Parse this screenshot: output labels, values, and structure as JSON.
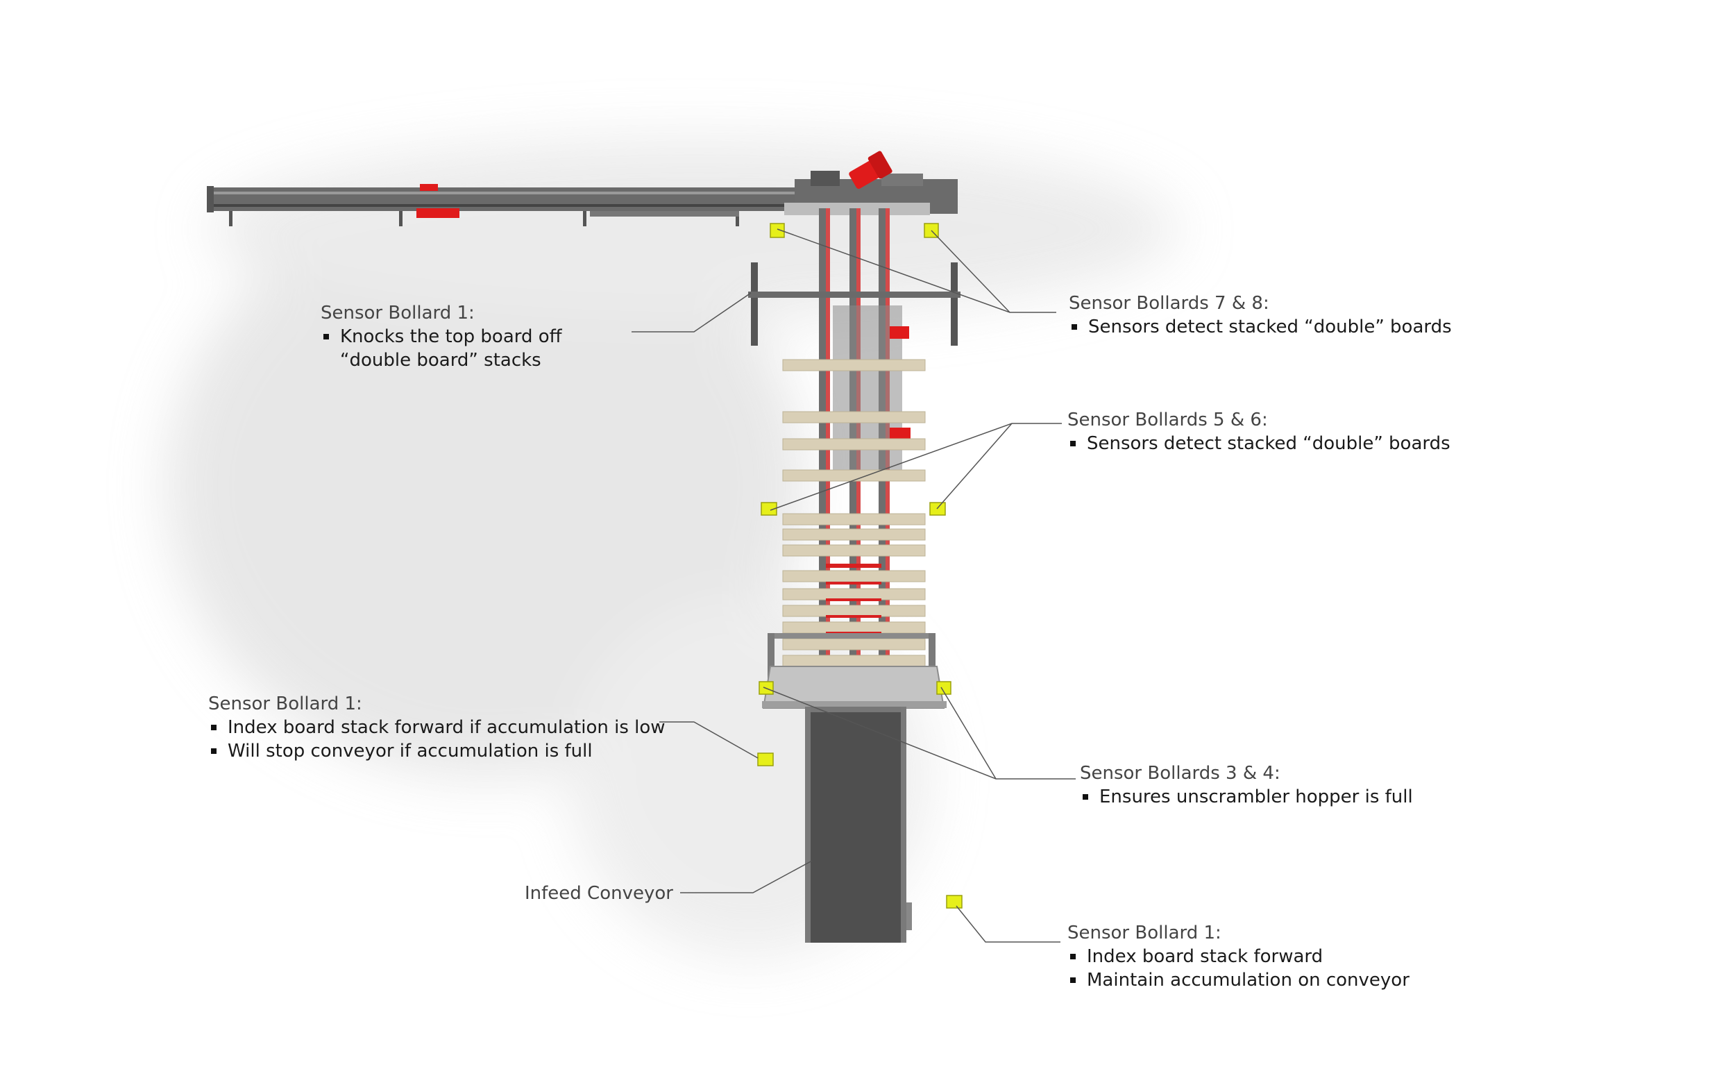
{
  "callouts": {
    "left_top": {
      "title": "Sensor Bollard 1:",
      "bullets": [
        "Knocks the top board off “double board” stacks"
      ]
    },
    "left_mid": {
      "title": "Sensor Bollard 1:",
      "bullets": [
        "Index board stack forward if accumulation is low",
        "Will stop conveyor if accumulation is full"
      ]
    },
    "infeed": {
      "title": "Infeed Conveyor"
    },
    "right_78": {
      "title": "Sensor Bollards 7 & 8:",
      "bullets": [
        "Sensors detect stacked “double” boards"
      ]
    },
    "right_56": {
      "title": "Sensor Bollards 5 & 6:",
      "bullets": [
        "Sensors detect stacked “double” boards"
      ]
    },
    "right_34": {
      "title": "Sensor Bollards 3 & 4:",
      "bullets": [
        "Ensures unscrambler hopper is full"
      ]
    },
    "right_bottom": {
      "title": "Sensor Bollard 1:",
      "bullets": [
        "Index board stack forward",
        "Maintain accumulation on conveyor"
      ]
    }
  },
  "colors": {
    "frame": "#5e5e5e",
    "motor": "#e01b1b",
    "board": "#d9cfb6",
    "sensor": "#e6ef1a",
    "belt": "#4f4f4f",
    "leader": "#555555"
  }
}
